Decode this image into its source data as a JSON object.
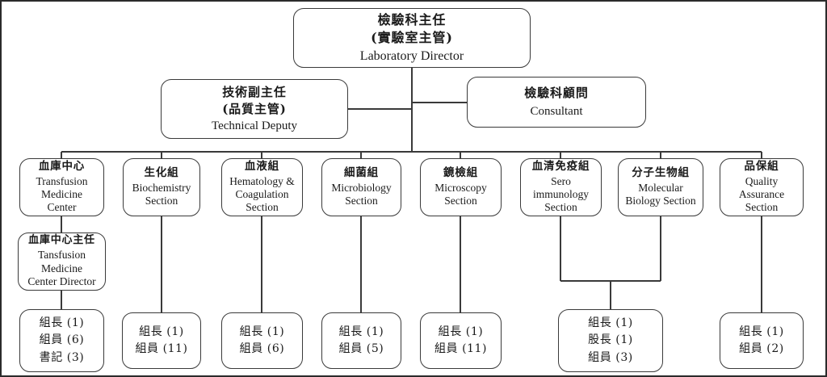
{
  "chart": {
    "title": "Laboratory Department Organization Chart",
    "line_color": "#3a3a3a",
    "box_border_color": "#3a3a3a",
    "background": "#ffffff"
  },
  "director": {
    "zh": "檢驗科主任",
    "zh_sub": "(實驗室主管)",
    "en": "Laboratory Director"
  },
  "deputy": {
    "zh": "技術副主任",
    "zh_sub": "(品質主管)",
    "en": "Technical Deputy"
  },
  "consultant": {
    "zh": "檢驗科顧問",
    "en": "Consultant"
  },
  "sections": [
    {
      "zh": "血庫中心",
      "en_line1": "Transfusion",
      "en_line2": "Medicine",
      "en_line3": "Center"
    },
    {
      "zh": "生化組",
      "en_line1": "Biochemistry",
      "en_line2": "Section",
      "en_line3": ""
    },
    {
      "zh": "血液組",
      "en_line1": "Hematology &",
      "en_line2": "Coagulation",
      "en_line3": "Section"
    },
    {
      "zh": "細菌組",
      "en_line1": "Microbiology",
      "en_line2": "Section",
      "en_line3": ""
    },
    {
      "zh": "鏡檢組",
      "en_line1": "Microscopy",
      "en_line2": "Section",
      "en_line3": ""
    },
    {
      "zh": "血清免疫組",
      "en_line1": "Sero",
      "en_line2": "immunology",
      "en_line3": "Section"
    },
    {
      "zh": "分子生物組",
      "en_line1": "Molecular",
      "en_line2": "Biology Section",
      "en_line3": ""
    },
    {
      "zh": "品保組",
      "en_line1": "Quality",
      "en_line2": "Assurance",
      "en_line3": "Section"
    }
  ],
  "tmc_director": {
    "zh": "血庫中心主任",
    "en_line1": "Tansfusion",
    "en_line2": "Medicine",
    "en_line3": "Center Director"
  },
  "staff": [
    {
      "lines": [
        "組長 (1)",
        "組員 (6)",
        "書記 (3)"
      ]
    },
    {
      "lines": [
        "組長 (1)",
        "組員 (11)"
      ]
    },
    {
      "lines": [
        "組長 (1)",
        "組員 (6)"
      ]
    },
    {
      "lines": [
        "組長 (1)",
        "組員 (5)"
      ]
    },
    {
      "lines": [
        "組長 (1)",
        "組員 (11)"
      ]
    },
    {
      "lines": [
        "組長 (1)",
        "股長 (1)",
        "組員 (3)"
      ]
    },
    {
      "lines": [
        "組長 (1)",
        "組員 (2)"
      ]
    }
  ]
}
